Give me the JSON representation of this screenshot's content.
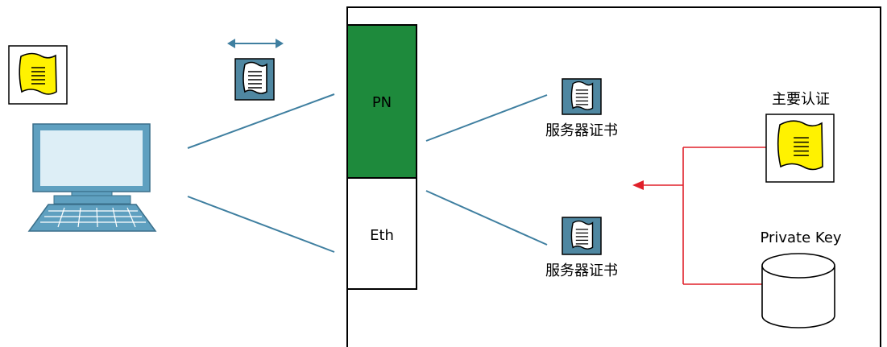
{
  "pn_label": "PN",
  "eth_label": "Eth",
  "server_cert_label_top": "服务器证书",
  "server_cert_label_bottom": "服务器证书",
  "primary_cert_label": "主要认证",
  "private_key_label": "Private Key",
  "colors": {
    "pn_fill": "#1e8a3c",
    "cert_blue": "#4f87a1",
    "cert_yellow": "#fff200",
    "link_line": "#3f7fa0",
    "arrow_red": "#e0202a",
    "monitor_frame": "#5fa0c0",
    "monitor_screen": "#ddeef6"
  },
  "icons": {
    "client_cert": "yellow-certificate-icon",
    "transfer": "double-arrow-icon",
    "exchange_cert": "blue-certificate-icon",
    "computer": "computer-icon",
    "server_cert": "blue-certificate-icon",
    "primary_cert": "yellow-certificate-icon",
    "private_key": "database-cylinder-icon"
  }
}
